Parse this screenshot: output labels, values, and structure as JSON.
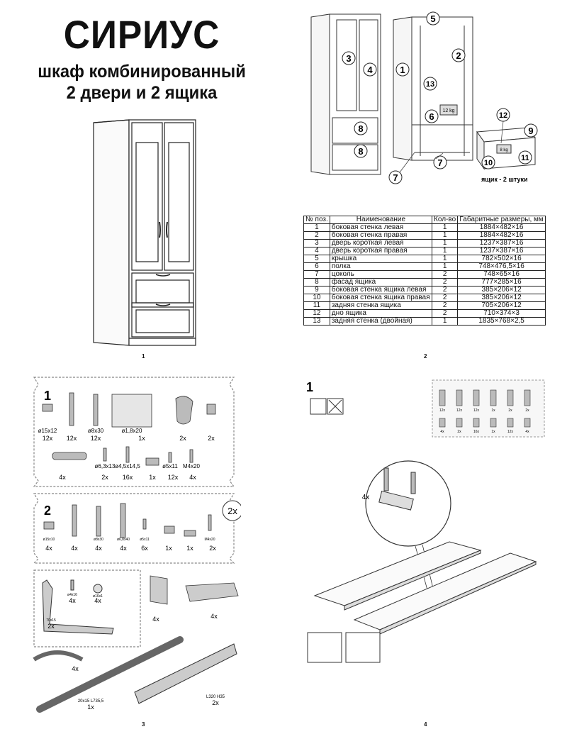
{
  "header": {
    "title": "СИРИУС",
    "subtitle_line1": "шкаф комбинированный",
    "subtitle_line2": "2 двери и 2 ящика"
  },
  "pages": {
    "p1": "1",
    "p2": "2",
    "p3": "3",
    "p4": "4"
  },
  "diagram2": {
    "callouts": [
      "1",
      "2",
      "3",
      "4",
      "5",
      "6",
      "7",
      "8",
      "9",
      "10",
      "11",
      "12",
      "13"
    ],
    "weight_shelf": "12 kg",
    "weight_drawer": "8 kg",
    "drawer_caption": "ящик - 2 штуки"
  },
  "parts_table": {
    "headers": [
      "№ поз.",
      "Наименование",
      "Кол-во",
      "Габаритные размеры, мм"
    ],
    "rows": [
      [
        "1",
        "боковая стенка левая",
        "1",
        "1884×482×16"
      ],
      [
        "2",
        "боковая стенка правая",
        "1",
        "1884×482×16"
      ],
      [
        "3",
        "дверь короткая левая",
        "1",
        "1237×387×16"
      ],
      [
        "4",
        "дверь короткая правая",
        "1",
        "1237×387×16"
      ],
      [
        "5",
        "крышка",
        "1",
        "782×502×16"
      ],
      [
        "6",
        "полка",
        "1",
        "748×476,5×16"
      ],
      [
        "7",
        "цоколь",
        "2",
        "748×65×16"
      ],
      [
        "8",
        "фасад ящика",
        "2",
        "777×285×16"
      ],
      [
        "9",
        "боковая стенка ящика левая",
        "2",
        "385×206×12"
      ],
      [
        "10",
        "боковая стенка ящика правая",
        "2",
        "385×206×12"
      ],
      [
        "11",
        "задняя стенка ящика",
        "2",
        "705×206×12"
      ],
      [
        "12",
        "дно ящика",
        "2",
        "710×374×3"
      ],
      [
        "13",
        "задняя стенка (двойная)",
        "1",
        "1835×768×2,5"
      ]
    ]
  },
  "hardware_bag1": {
    "number": "1",
    "items": [
      {
        "size": "ø15х12",
        "qty": "12x"
      },
      {
        "size": "",
        "qty": "12x"
      },
      {
        "size": "ø8х30",
        "qty": "12x"
      },
      {
        "size": "ø1,8х20",
        "qty": "1x"
      },
      {
        "size": "",
        "qty": "2x"
      },
      {
        "size": "",
        "qty": "2x"
      },
      {
        "size": "",
        "qty": "4x"
      },
      {
        "size": "ø6,3х13",
        "qty": "2x"
      },
      {
        "size": "ø4,5х14,5",
        "qty": "16x"
      },
      {
        "size": "",
        "qty": "1x"
      },
      {
        "size": "ø5х11",
        "qty": "12x"
      },
      {
        "size": "M4х20",
        "qty": "4x"
      }
    ]
  },
  "hardware_bag2": {
    "number": "2",
    "multiplier": "2x",
    "items": [
      {
        "size": "ø15х10",
        "qty": "4x"
      },
      {
        "size": "",
        "qty": "4x"
      },
      {
        "size": "ø8х30",
        "qty": "4x"
      },
      {
        "size": "ø6,8х40",
        "qty": "4x"
      },
      {
        "size": "ø5х11",
        "qty": "6x"
      },
      {
        "size": "",
        "qty": "1x"
      },
      {
        "size": "",
        "qty": "1x"
      },
      {
        "size": "M4х20",
        "qty": "2x"
      }
    ]
  },
  "hardware_bag3": {
    "bracket_size": "70х15",
    "bracket_qty": "2x",
    "screw_size": "ø4х16",
    "screw_qty": "4x",
    "washer_size": "ø16х1",
    "washer_qty": "4x",
    "hinge_plate_qty": "4x",
    "hinge_qty": "4x"
  },
  "loose_parts": {
    "handle_qty": "4x",
    "rod_size": "20х15  L735,5",
    "rod_qty": "1x",
    "rail_size": "L320  H35",
    "rail_qty": "2x"
  },
  "step1": {
    "number": "1",
    "mini_qty": [
      "12x",
      "12x",
      "12x",
      "1x",
      "2x",
      "2x",
      "4x",
      "2x",
      "16x",
      "1x",
      "12x",
      "4x"
    ],
    "callout_qty": "4x"
  }
}
